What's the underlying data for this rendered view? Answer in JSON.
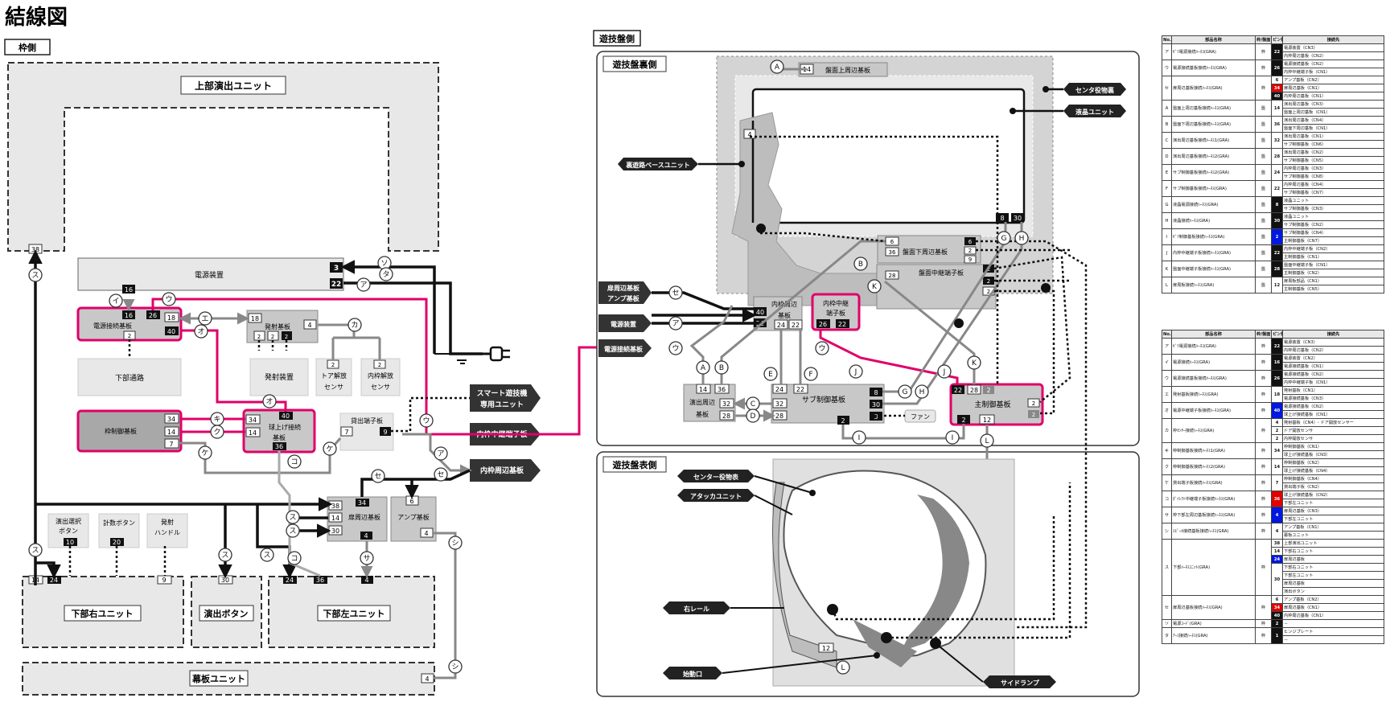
{
  "title": "結線図",
  "sections": {
    "frame": "枠側",
    "board": "遊技盤側",
    "board_back": "遊技盤裏側",
    "board_front": "遊技盤表側"
  },
  "frame_units": {
    "upper_effects": "上部演出ユニット",
    "power_supply": "電源装置",
    "power_relay": "電源接続基板",
    "launch_board": "発射基板",
    "lower_path": "下部通路",
    "launch_device": "発射装置",
    "door_sensor": "トア解放",
    "inner_sensor": "内枠解放",
    "sensor": "センサ",
    "frame_control": "枠制御基板",
    "ball_relay_1": "球上げ接続",
    "ball_relay_2": "基板",
    "rental_terminal": "貸出端子板",
    "smart_1": "スマート遊技機",
    "smart_2": "専用ユニット",
    "inner_terminal": "内枠中継端子板",
    "inner_periph": "内枠周辺基板",
    "door_periph": "扉周辺基板",
    "amp": "アンプ基板",
    "select_btn_1": "演出選択",
    "select_btn_2": "ボタン",
    "count_btn": "計数ボタン",
    "launch_handle_1": "発射",
    "launch_handle_2": "ハンドル",
    "lower_right": "下部右ユニット",
    "effect_btn": "演出ボタン",
    "lower_left": "下部左ユニット",
    "curtain": "幕板ユニット"
  },
  "board_units": {
    "upper_periph": "盤面上周辺基板",
    "center_back": "センタ役物裏",
    "lcd": "液晶ユニット",
    "base_unit": "裏遊路ベースユニット",
    "lower_periph": "盤面下周辺基板",
    "board_relay": "盤面中継端子板",
    "door_amp_1": "扉周辺基板",
    "door_amp_2": "アンプ基板",
    "power": "電源装置",
    "power_relay": "電源接続基板",
    "inner_periph_1": "内枠周辺",
    "inner_periph_2": "基板",
    "inner_relay_1": "内枠中継",
    "inner_relay_2": "端子板",
    "effect_periph_1": "演出周辺",
    "effect_periph_2": "基板",
    "sub_control": "サブ制御基板",
    "fan": "ファン",
    "main_control": "主制御基板",
    "center_front": "センター役物表",
    "attacker": "アタッカユニット",
    "right_rail": "右レール",
    "start_port": "始動口",
    "side_lamp": "サイドランプ"
  },
  "pins": {
    "p38": "38",
    "p3": "3",
    "p22": "22",
    "p16": "16",
    "p26": "26",
    "p18": "18",
    "p40": "40",
    "p2": "2",
    "p4": "4",
    "p34": "34",
    "p14": "14",
    "p7": "7",
    "p36": "36",
    "p9": "9",
    "p6": "6",
    "p30": "30",
    "p10": "10",
    "p20": "20",
    "p24": "24",
    "p8": "8",
    "p28": "28",
    "p32": "32",
    "p12": "12"
  },
  "letters": {
    "a": "ア",
    "i": "イ",
    "u": "ウ",
    "e": "エ",
    "o": "オ",
    "ka": "カ",
    "ki": "キ",
    "ku": "ク",
    "ke": "ケ",
    "ko": "コ",
    "sa": "サ",
    "shi": "シ",
    "su": "ス",
    "se": "セ",
    "so": "ソ",
    "ta": "タ",
    "A": "A",
    "B": "B",
    "C": "C",
    "D": "D",
    "E": "E",
    "F": "F",
    "G": "G",
    "H": "H",
    "I": "I",
    "J": "J",
    "K": "K",
    "L": "L"
  },
  "table1": {
    "headers": [
      "No.",
      "部品名称",
      "枠/盤面",
      "ピン数",
      "接続先"
    ],
    "rows": [
      {
        "no": "ア",
        "name": "ｾﾞﾂ電源接続ﾊｰﾈｽ(GRA)",
        "side": "枠",
        "pins": [
          "22"
        ],
        "dest": [
          "電源装置（CN3）",
          "内枠周辺基板（CN2）"
        ]
      },
      {
        "no": "ウ",
        "name": "電源接続基板接続ﾊｰﾈｽ(GRA)",
        "side": "枠",
        "pins": [
          "26"
        ],
        "dest": [
          "電源接続基板（CN2）",
          "内枠中継端子板（CN1）"
        ]
      },
      {
        "no": "セ",
        "name": "扉周辺基板接続ﾊｰﾈｽ(GRA)",
        "side": "枠",
        "pins": [
          "6",
          "34",
          "40"
        ],
        "pin_colors": [
          "plain",
          "red",
          "black"
        ],
        "dest": [
          "アンプ基板（CN2）",
          "扉周辺基板（CN1）",
          "内枠周辺基板（CN1）"
        ]
      },
      {
        "no": "A",
        "name": "盤面上周辺基板接続ﾊｰﾈｽ(GRA)",
        "side": "盤",
        "pins": [
          "14"
        ],
        "pin_colors": [
          "plain"
        ],
        "dest": [
          "演出周辺基板（CN3）",
          "盤面上周辺基板（CN1）"
        ]
      },
      {
        "no": "B",
        "name": "盤面下周辺基板接続ﾊｰﾈｽ(GRA)",
        "side": "盤",
        "pins": [
          "36"
        ],
        "pin_colors": [
          "plain"
        ],
        "dest": [
          "演出周辺基板（CN4）",
          "盤面下周辺基板（CN1）"
        ]
      },
      {
        "no": "C",
        "name": "演出周辺基板接続ﾊｰﾈｽ1(GRA)",
        "side": "盤",
        "pins": [
          "32"
        ],
        "pin_colors": [
          "plain"
        ],
        "dest": [
          "演出周辺基板（CN1）",
          "サブ制御基板（CN6）"
        ]
      },
      {
        "no": "D",
        "name": "演出周辺基板接続ﾊｰﾈｽ2(GRA)",
        "side": "盤",
        "pins": [
          "28"
        ],
        "pin_colors": [
          "plain"
        ],
        "dest": [
          "演出周辺基板（CN2）",
          "サブ制御基板（CN5）"
        ]
      },
      {
        "no": "E",
        "name": "サブ制御基板接続ﾊｰﾈｽ2(GRA)",
        "side": "盤",
        "pins": [
          "24"
        ],
        "pin_colors": [
          "plain"
        ],
        "dest": [
          "内枠周辺基板（CN3）",
          "サブ制御基板（CN8）"
        ]
      },
      {
        "no": "F",
        "name": "サブ制御基板接続ﾊｰﾈｽ(GRA)",
        "side": "盤",
        "pins": [
          "22"
        ],
        "pin_colors": [
          "plain"
        ],
        "dest": [
          "内枠周辺基板（CN4）",
          "サブ制御基板（CN7）"
        ]
      },
      {
        "no": "G",
        "name": "液晶電源接続ﾊｰﾈｽ(GRA)",
        "side": "盤",
        "pins": [
          "8"
        ],
        "dest": [
          "液晶ユニット",
          "サブ制御基板（CN3）"
        ]
      },
      {
        "no": "H",
        "name": "液晶接続ﾊｰﾈｽ(GRA)",
        "side": "盤",
        "pins": [
          "30"
        ],
        "dest": [
          "液晶ユニット",
          "サブ制御基板（CN2）"
        ]
      },
      {
        "no": "I",
        "name": "ｾﾞﾂ制御基板接続ﾊｰﾈｽ(GRA)",
        "side": "盤",
        "pins": [
          "2"
        ],
        "pin_colors": [
          "blue"
        ],
        "dest": [
          "サブ制御基板（CN4）",
          "主制御基板（CN7）"
        ]
      },
      {
        "no": "J",
        "name": "内枠中継端子板接続ﾊｰﾈｽ(GRA)",
        "side": "盤",
        "pins": [
          "22"
        ],
        "dest": [
          "内枠中継端子板（CN2）",
          "主制御基板（CN1）"
        ]
      },
      {
        "no": "K",
        "name": "盤面中継端子板接続ﾊｰﾈｽ(GRA)",
        "side": "盤",
        "pins": [
          "28"
        ],
        "dest": [
          "盤面中継端子板（CN1）",
          "主制御基板（CN2）"
        ]
      },
      {
        "no": "L",
        "name": "扉周板接続ﾊｰﾈｽ(GRA)",
        "side": "盤",
        "pins": [
          "12"
        ],
        "pin_colors": [
          "plain"
        ],
        "dest": [
          "扉周板部品（CN1）",
          "主制御基板（CN5）"
        ]
      }
    ]
  },
  "table2": {
    "headers": [
      "No.",
      "部品名称",
      "枠/盤面",
      "ピン数",
      "接続先"
    ],
    "rows": [
      {
        "no": "ア",
        "name": "ｾﾞﾂ電源接続ﾊｰﾈｽ(GRA)",
        "side": "枠",
        "pins": [
          "22"
        ],
        "dest": [
          "電源装置（CN3）",
          "内枠周辺基板（CN2）"
        ]
      },
      {
        "no": "イ",
        "name": "電源接続ﾊｰﾈｽ(GRA)",
        "side": "枠",
        "pins": [
          "16"
        ],
        "dest": [
          "電源装置（CN2）",
          "電源接続基板（CN1）"
        ]
      },
      {
        "no": "ウ",
        "name": "電源接続基板接続ﾊｰﾈｽ(GRA)",
        "side": "枠",
        "pins": [
          "26"
        ],
        "dest": [
          "電源接続基板（CN2）",
          "内枠中継端子板（CN1）"
        ]
      },
      {
        "no": "エ",
        "name": "発射基板接続ﾊｰﾈｽ(GRA)",
        "side": "枠",
        "pins": [
          "18"
        ],
        "pin_colors": [
          "plain"
        ],
        "dest": [
          "発射基板（CN1）",
          "電源接続基板（CN3）"
        ]
      },
      {
        "no": "オ",
        "name": "電源中継端子板接続ﾊｰﾈｽ(GRA)",
        "side": "枠",
        "pins": [
          "40"
        ],
        "pin_colors": [
          "blue"
        ],
        "dest": [
          "電源接続基板（CN2）",
          "球上げ接続基板（CN1）"
        ]
      },
      {
        "no": "カ",
        "name": "枠ｾﾝｻｰ接続ﾊｰﾈｽ(GRA)",
        "side": "枠",
        "pins": [
          "4",
          "2",
          "2"
        ],
        "pin_colors": [
          "plain",
          "plain",
          "plain"
        ],
        "dest": [
          "発射基板（CN4）- ドア開放センサー",
          "ドア開放センサ",
          "内枠開放センサ"
        ]
      },
      {
        "no": "キ",
        "name": "枠制御基板接続ﾊｰﾈｽ1(GRA)",
        "side": "枠",
        "pins": [
          "34"
        ],
        "pin_colors": [
          "plain"
        ],
        "dest": [
          "枠制御基板（CN1）",
          "球上げ接続基板（CN3）"
        ]
      },
      {
        "no": "ク",
        "name": "枠制御基板接続ﾊｰﾈｽ2(GRA)",
        "side": "枠",
        "pins": [
          "14"
        ],
        "pin_colors": [
          "plain"
        ],
        "dest": [
          "枠制御基板（CN2）",
          "球上げ接続基板（CN4）"
        ]
      },
      {
        "no": "ケ",
        "name": "貸出端子板接続ﾊｰﾈｽ(GRA)",
        "side": "枠",
        "pins": [
          "7"
        ],
        "pin_colors": [
          "plain"
        ],
        "dest": [
          "枠制御基板（CN4）",
          "貸出端子板（CN2）"
        ]
      },
      {
        "no": "コ",
        "name": "ﾀﾞｲﾚｸﾄ中継端子板接続ﾊｰﾈｽ(GRA)",
        "side": "枠",
        "pins": [
          "36"
        ],
        "pin_colors": [
          "red"
        ],
        "dest": [
          "球上げ接続基板（CN2）",
          "下部左ユニット"
        ]
      },
      {
        "no": "サ",
        "name": "枠下部左周辺基板接続ﾊｰﾈｽ(GRA)",
        "side": "枠",
        "pins": [
          "4"
        ],
        "pin_colors": [
          "blue"
        ],
        "dest": [
          "扉周辺基板（CN3）",
          "下部左ユニット"
        ]
      },
      {
        "no": "シ",
        "name": "ｽﾋﾟｰｶ接続基板接続ﾊｰﾈｽ(GRA)",
        "side": "枠",
        "pins": [
          "4"
        ],
        "pin_colors": [
          "plain"
        ],
        "dest": [
          "アンプ基板（CN1）",
          "幕板ユニット"
        ]
      },
      {
        "no": "ス",
        "name": "下部ﾊｰﾈｽﾕﾆｯﾄ(GRA)",
        "side": "枠",
        "pins": [
          "38",
          "14",
          "24",
          "30"
        ],
        "pin_colors": [
          "plain",
          "plain",
          "blue",
          "plain"
        ],
        "dest": [
          "上部演出ユニット",
          "下部右ユニット",
          "扉周辺基板",
          "下部右ユニット",
          "下部左ユニット",
          "扉周辺基板",
          "演出ボタン"
        ]
      },
      {
        "no": "セ",
        "name": "扉周辺基板接続ﾊｰﾈｽ(GRA)",
        "side": "枠",
        "pins": [
          "6",
          "34",
          "40"
        ],
        "pin_colors": [
          "plain",
          "red",
          "black"
        ],
        "dest": [
          "アンプ基板（CN2）",
          "扉周辺基板（CN1）",
          "内枠周辺基板（CN1）"
        ]
      },
      {
        "no": "ソ",
        "name": "電源ｺｰﾄﾞ(GRA)",
        "side": "枠",
        "pins": [
          "2"
        ],
        "dest": [
          "－"
        ]
      },
      {
        "no": "タ",
        "name": "ｱｰｽ接続ﾊｰﾈｽ(GRA)",
        "side": "枠",
        "pins": [
          "1"
        ],
        "dest": [
          "ヒンジプレート",
          "－"
        ]
      }
    ]
  }
}
